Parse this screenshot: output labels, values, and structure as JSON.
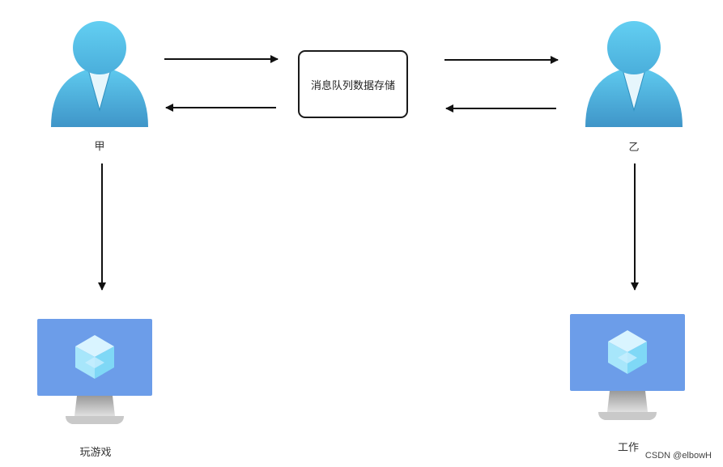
{
  "nodes": {
    "person_a": {
      "label": "甲"
    },
    "person_b": {
      "label": "乙"
    },
    "queue": {
      "label": "消息队列数据存储"
    },
    "computer_a": {
      "label": "玩游戏"
    },
    "computer_b": {
      "label": "工作"
    }
  },
  "watermark": "CSDN @elbowH",
  "colors": {
    "person_light": "#5ec9ee",
    "person_dark": "#3f95c8",
    "monitor": "#6c9de9",
    "stand": "#c7c7c7",
    "arrow": "#111111"
  }
}
